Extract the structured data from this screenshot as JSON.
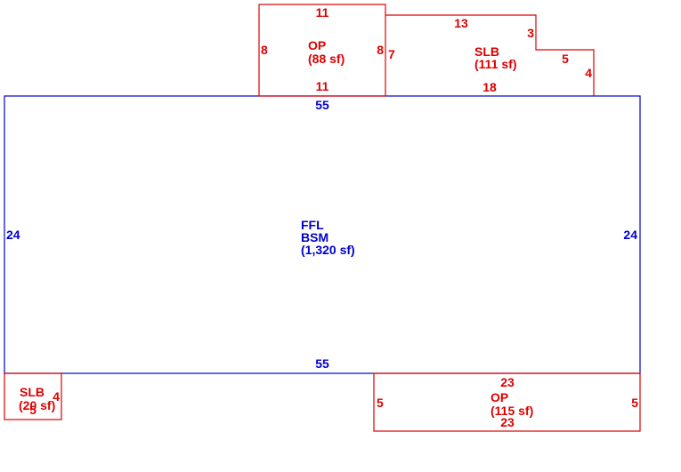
{
  "colors": {
    "main": "#0000cc",
    "addition": "#dd0000",
    "background": "#ffffff"
  },
  "areas": {
    "main": {
      "line1": "FFL",
      "line2": "BSM",
      "area": "(1,320 sf)"
    },
    "porch_top": {
      "code": "OP",
      "area": "(88 sf)"
    },
    "slab_top": {
      "code": "SLB",
      "area": "(111 sf)"
    },
    "slab_small": {
      "code": "SLB",
      "area": "(20 sf)"
    },
    "porch_bottom": {
      "code": "OP",
      "area": "(115 sf)"
    }
  },
  "dimensions": {
    "main": {
      "top": "55",
      "bottom": "55",
      "left": "24",
      "right": "24"
    },
    "porch_top": {
      "top": "11",
      "bottom": "11",
      "left": "8",
      "right": "8"
    },
    "slab_top": {
      "top": "13",
      "step_vertical": "3",
      "step_horizontal": "5",
      "right": "4",
      "bottom": "18",
      "left": "7"
    },
    "slab_small": {
      "right": "4",
      "bottom": "5"
    },
    "porch_bottom": {
      "top": "23",
      "bottom": "23",
      "left": "5",
      "right": "5"
    }
  }
}
